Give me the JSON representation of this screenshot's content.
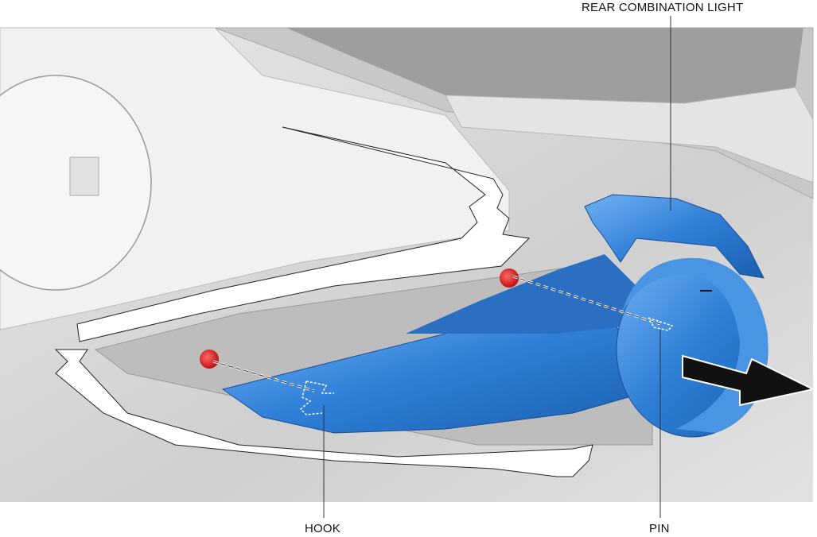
{
  "labels": {
    "rear_combination_light": "REAR COMBINATION LIGHT",
    "hook": "HOOK",
    "pin": "PIN"
  },
  "colors": {
    "lamp_blue": "#2f7fd8",
    "clip_red": "#d01818",
    "background_gray": "#d8d8d8"
  }
}
